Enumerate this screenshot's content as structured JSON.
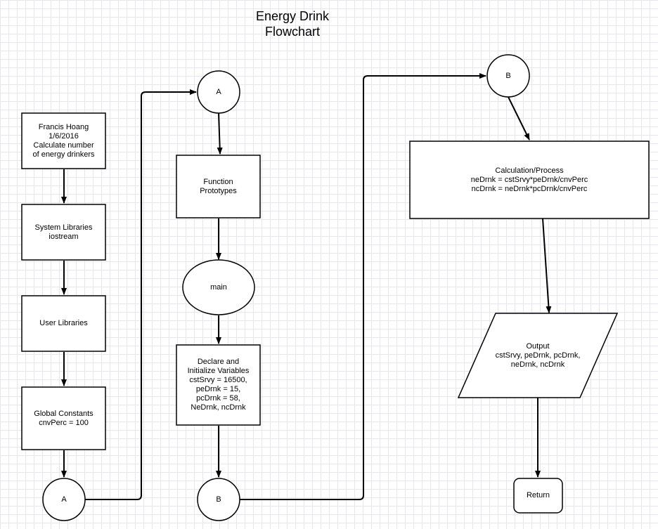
{
  "title": {
    "line1": "Energy Drink",
    "line2": "Flowchart"
  },
  "nodes": {
    "header": [
      "Francis Hoang",
      "1/6/2016",
      "Calculate number",
      "of energy drinkers"
    ],
    "system_libraries": [
      "System Libraries",
      "iostream"
    ],
    "user_libraries": [
      "User Libraries"
    ],
    "global_constants": [
      "Global Constants",
      "cnvPerc = 100"
    ],
    "connector_a_bottom": [
      "A"
    ],
    "connector_a_top": [
      "A"
    ],
    "function_prototypes": [
      "Function",
      "Prototypes"
    ],
    "main": [
      "main"
    ],
    "declare_variables": [
      "Declare and",
      "Initialize Variables",
      "cstSrvy = 16500,",
      "peDrnk = 15,",
      "pcDrnk = 58,",
      "NeDrnk, ncDrnk"
    ],
    "connector_b_bottom": [
      "B"
    ],
    "connector_b_top": [
      "B"
    ],
    "calculation": [
      "Calculation/Process",
      "neDrnk = cstSrvy*peDrnk/cnvPerc",
      "ncDrnk = neDrnk*pcDrnk/cnvPerc"
    ],
    "output": [
      "Output",
      "cstSrvy, peDrnk, pcDrnk,",
      "neDrnk, ncDrnk"
    ],
    "return": [
      "Return"
    ]
  },
  "colors": {
    "stroke": "#000000",
    "fill": "#ffffff",
    "grid": "#e4e7f2"
  }
}
